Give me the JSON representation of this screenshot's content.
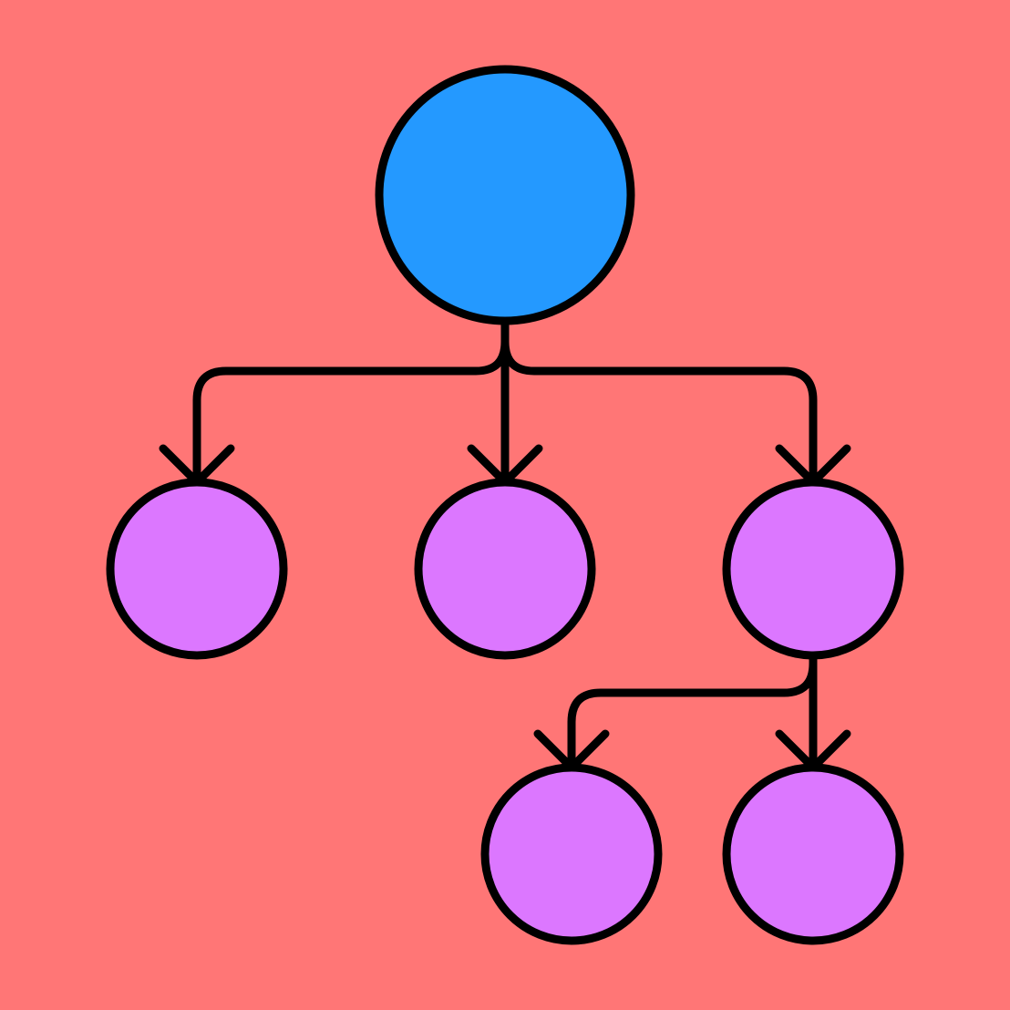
{
  "theme": {
    "background": "#FF7676",
    "stroke": "#000000",
    "root_fill": "#2499FF",
    "child_fill": "#DC77FF"
  },
  "tree": {
    "nodes": [
      {
        "id": "root",
        "role": "root"
      },
      {
        "id": "child-1",
        "role": "child"
      },
      {
        "id": "child-2",
        "role": "child"
      },
      {
        "id": "child-3",
        "role": "child"
      },
      {
        "id": "grandchild-1",
        "role": "child"
      },
      {
        "id": "grandchild-2",
        "role": "child"
      }
    ],
    "edges": [
      {
        "from": "root",
        "to": "child-1"
      },
      {
        "from": "root",
        "to": "child-2"
      },
      {
        "from": "root",
        "to": "child-3"
      },
      {
        "from": "child-3",
        "to": "grandchild-1"
      },
      {
        "from": "child-3",
        "to": "grandchild-2"
      }
    ]
  }
}
